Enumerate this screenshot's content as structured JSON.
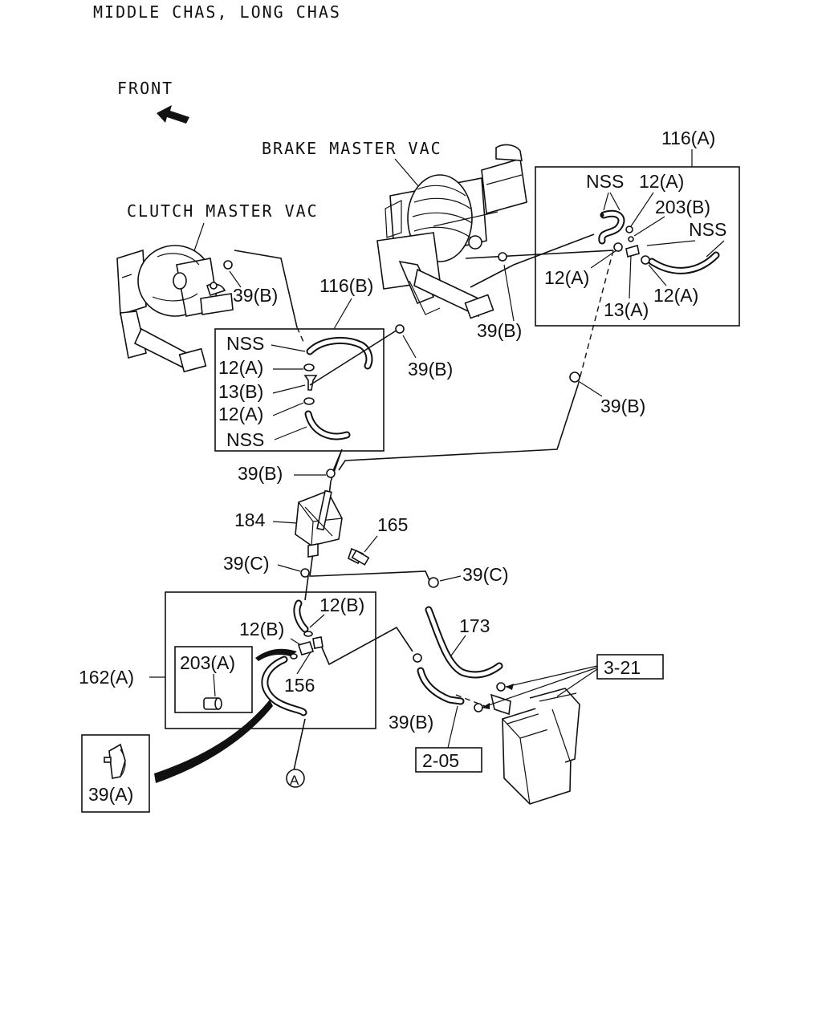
{
  "header": {
    "title": "MIDDLE CHAS, LONG CHAS",
    "front": "FRONT"
  },
  "assemblies": {
    "brake_master_vac": "BRAKE MASTER VAC",
    "clutch_master_vac": "CLUTCH MASTER VAC"
  },
  "kit_116a": {
    "label": "116(A)",
    "nss_top": "NSS",
    "clip_top": "12(A)",
    "valve": "203(B)",
    "nss_right": "NSS",
    "clip_left": "12(A)",
    "joint": "13(A)",
    "clip_right": "12(A)"
  },
  "kit_116b": {
    "label": "116(B)",
    "items": [
      "NSS",
      "12(A)",
      "13(B)",
      "12(A)",
      "NSS"
    ]
  },
  "clamps": {
    "c1": "39(B)",
    "c2": "39(B)",
    "c3": "39(B)",
    "c4": "39(B)",
    "c5": "39(B)",
    "c6": "39(B)",
    "c7": "39(C)",
    "c8": "39(C)"
  },
  "parts": {
    "p184": "184",
    "p165": "165",
    "p173": "173",
    "p162a": "162(A)",
    "p12b_1": "12(B)",
    "p12b_2": "12(B)",
    "p203a": "203(A)",
    "p156": "156",
    "p39a": "39(A)",
    "ref_a": "A"
  },
  "refs": {
    "r321": "3-21",
    "r205": "2-05"
  }
}
